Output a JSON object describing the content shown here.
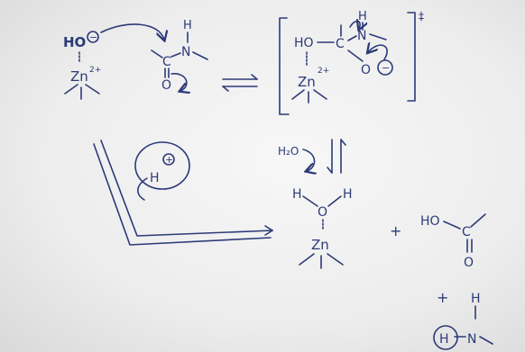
{
  "ink_color": "#2c3a78",
  "paper_color": "#ededed",
  "reactant": {
    "hydroxide": "HO",
    "minus_charge": "−",
    "zinc": "Zn",
    "zinc_charge": "2+",
    "amide_h": "H",
    "amide_n": "N",
    "amide_c": "C",
    "amide_o": "O"
  },
  "transition_state": {
    "ho": "HO",
    "c": "C",
    "h": "H",
    "n": "N",
    "o": "O",
    "o_minus": "−",
    "zinc": "Zn",
    "zinc_charge": "2+",
    "dagger": "‡"
  },
  "proton_cartoon": {
    "h": "H",
    "plus": "+"
  },
  "water_step": {
    "water": "H₂O"
  },
  "products": {
    "water_h_left": "H",
    "water_h_right": "H",
    "water_o": "O",
    "zinc": "Zn",
    "plus_1": "+",
    "acid_ho": "HO",
    "acid_c": "C",
    "acid_o": "O",
    "plus_2": "+",
    "amine_h_top": "H",
    "amine_h_left": "H",
    "amine_n": "N"
  }
}
